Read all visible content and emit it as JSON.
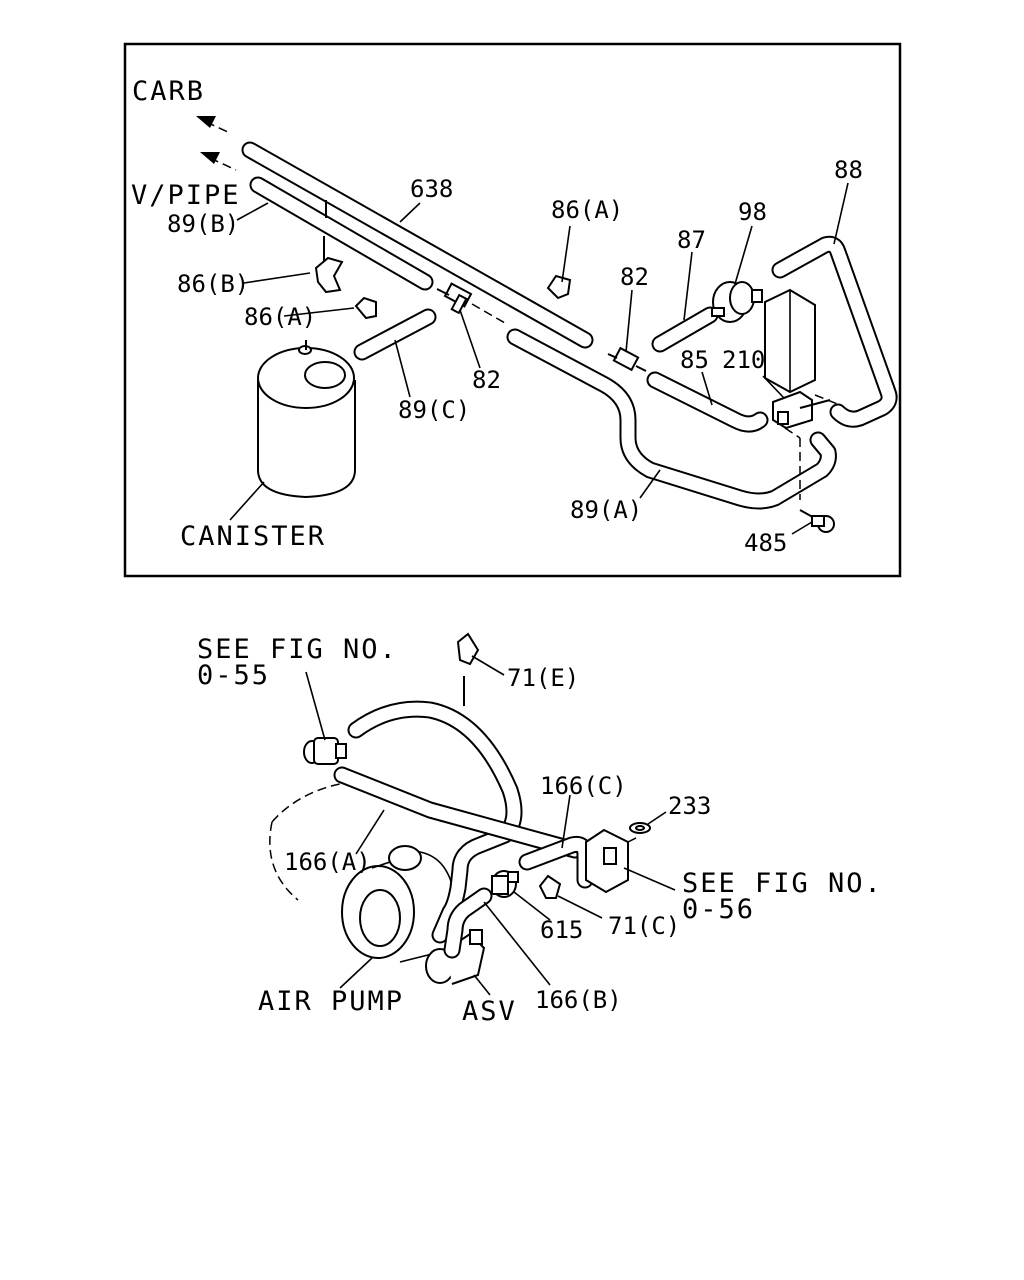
{
  "diagram": {
    "top_panel": {
      "destinations": {
        "carb": "CARB",
        "vpipe": "V/PIPE"
      },
      "parts": {
        "p638": "638",
        "p89b": "89(B)",
        "p86b": "86(B)",
        "p86a_left": "86(A)",
        "p89c": "89(C)",
        "p82_left": "82",
        "p86a_right": "86(A)",
        "p82_right": "82",
        "p87": "87",
        "p98": "98",
        "p88": "88",
        "p85": "85",
        "p210": "210",
        "p89a": "89(A)",
        "p485": "485"
      },
      "canister": "CANISTER"
    },
    "bottom_panel": {
      "see_fig_55": {
        "line1": "SEE FIG NO.",
        "line2": "0-55"
      },
      "see_fig_56": {
        "line1": "SEE FIG NO.",
        "line2": "0-56"
      },
      "parts": {
        "p71e": "71(E)",
        "p166c": "166(C)",
        "p233": "233",
        "p166a": "166(A)",
        "p615": "615",
        "p71c": "71(C)",
        "p166b": "166(B)"
      },
      "air_pump": "AIR PUMP",
      "asv": "ASV"
    }
  }
}
